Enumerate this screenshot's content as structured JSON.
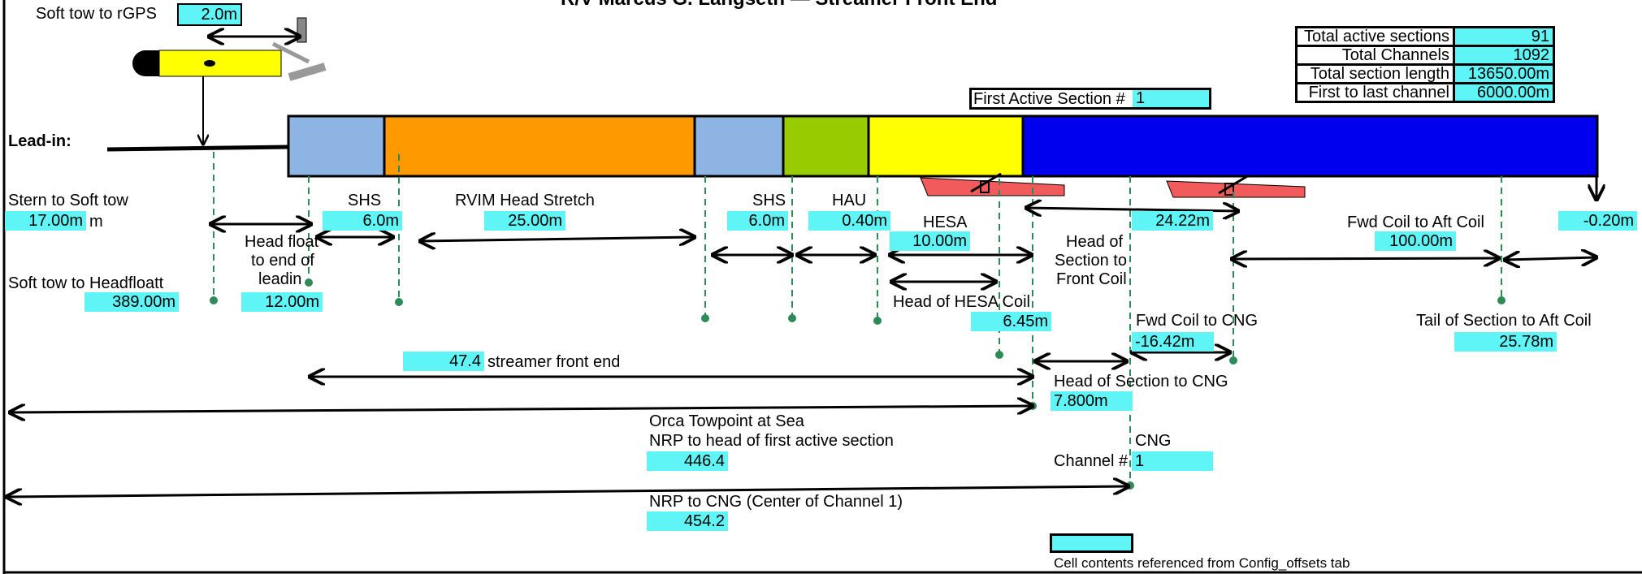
{
  "header": {
    "title": "R/V Marcus G. Langseth — Streamer Front End"
  },
  "colors": {
    "cell": "#5ff5f7",
    "shs": "#8db4e2",
    "rvim": "#ff9900",
    "hau": "#99cc00",
    "hesa": "#ffff00",
    "active": "#0000ee",
    "coil": "#f25b5b",
    "marker": "#2e8b57",
    "float": "#ffff00"
  },
  "labels": {
    "soft_tow_rgps": "Soft tow to rGPS",
    "lead_in": "Lead-in:",
    "stern_soft_tow": "Stern to Soft tow",
    "unit_m": "m",
    "soft_tow_headfloat": "Soft tow to Headfloatt",
    "head_float_1": "Head float",
    "head_float_2": "to end of",
    "head_float_3": "leadin",
    "shs_1": "SHS",
    "rvim": "RVIM Head Stretch",
    "shs_2": "SHS",
    "hau": "HAU",
    "hesa": "HESA",
    "head_hesa_coil": "Head of HESA Coil",
    "head_sec_front_1": "Head of",
    "head_sec_front_2": "Section to",
    "head_sec_front_3": "Front Coil",
    "fwd_aft": "Fwd Coil to Aft Coil",
    "fwd_cng": "Fwd Coil to CNG",
    "tail_aft": "Tail of Section to Aft Coil",
    "streamer_front_end": "streamer front end",
    "head_sec_cng": "Head of Section to CNG",
    "orca": "Orca Towpoint at Sea",
    "nrp_head": "NRP to head of first active section",
    "cng": "CNG",
    "channel_hash": "Channel #",
    "nrp_cng": "NRP to CNG (Center of Channel 1)",
    "first_active": "First Active Section #",
    "legend": "Cell contents referenced from Config_offsets tab"
  },
  "values": {
    "soft_tow_rgps": "2.0m",
    "stern_soft_tow": "17.00m",
    "soft_tow_headfloat": "389.00m",
    "head_float_leadin": "12.00m",
    "shs_1": "6.0m",
    "rvim": "25.00m",
    "shs_2": "6.0m",
    "hau": "0.40m",
    "hesa": "10.00m",
    "head_hesa_coil": "6.45m",
    "head_sec_front": "24.22m",
    "fwd_aft": "100.00m",
    "tail_extra": "-0.20m",
    "fwd_cng": "-16.42m",
    "tail_aft": "25.78m",
    "streamer_front_end": "47.4",
    "head_sec_cng": "7.800m",
    "nrp_head": "446.4",
    "channel": "1",
    "nrp_cng": "454.2",
    "first_active": "1"
  },
  "summary": [
    {
      "label": "Total active sections",
      "value": "91"
    },
    {
      "label": "Total Channels",
      "value": "1092"
    },
    {
      "label": "Total section length",
      "value": "13650.00m"
    },
    {
      "label": "First to last channel",
      "value": "6000.00m"
    }
  ]
}
